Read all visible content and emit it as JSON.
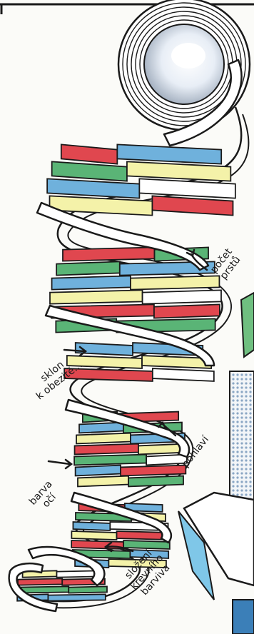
{
  "labels": {
    "pocet_prstu": "počet\nprstů",
    "sklon_obezite": "sklon\nk obezitě...",
    "pohlavi": "pohlaví",
    "barva_oci": "barva\nočí",
    "slozeni": "složení\nkrevního\nbarviva"
  },
  "colors": {
    "ink": "#1a1a1a",
    "red": "#e0474f",
    "green": "#5ab476",
    "blue": "#6fb1dc",
    "yellow": "#f4f2a9",
    "ribbon": "#ffffff",
    "halftone": "#8aa6c4",
    "side_panel": "#3b7fb8"
  }
}
